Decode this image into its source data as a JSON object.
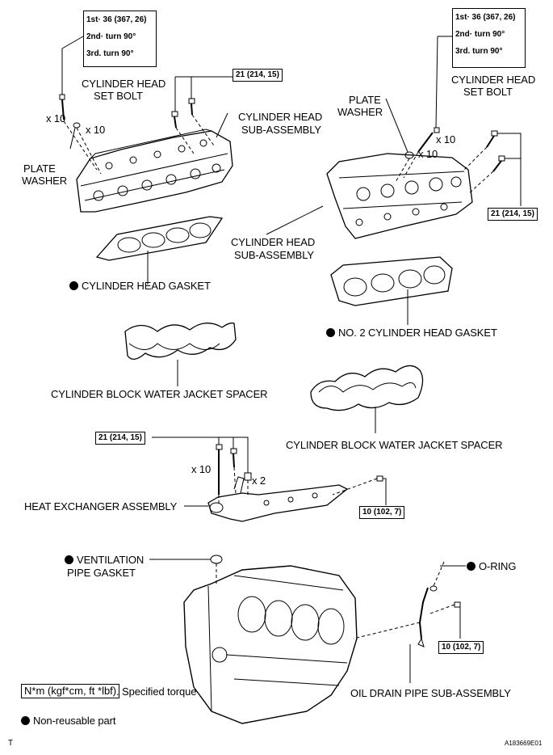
{
  "spec_left": [
    "1st· 36 (367, 26)",
    "2nd· turn 90°",
    "3rd. turn 90°"
  ],
  "spec_right": [
    "1st· 36 (367, 26)",
    "2nd· turn 90°",
    "3rd. turn 90°"
  ],
  "labels": {
    "set_bolt_l1": "CYLINDER HEAD",
    "set_bolt_l2": "SET BOLT",
    "x10_bolt_left": "x 10",
    "x10_washer_left": "x 10",
    "plate_washer_l1": "PLATE",
    "plate_washer_l2": "WASHER",
    "torque_21_left": "21 (214, 15)",
    "sub_assy_left_l1": "CYLINDER HEAD",
    "sub_assy_left_l2": "SUB-ASSEMBLY",
    "head_gasket": "CYLINDER HEAD GASKET",
    "water_jacket_left": "CYLINDER BLOCK WATER JACKET SPACER",
    "set_bolt_r1": "CYLINDER HEAD",
    "set_bolt_r2": "SET BOLT",
    "plate_washer_r1": "PLATE",
    "plate_washer_r2": "WASHER",
    "x10_bolt_right": "x 10",
    "x10_washer_right": "x 10",
    "torque_21_right": "21 (214, 15)",
    "sub_assy_right_l1": "CYLINDER HEAD",
    "sub_assy_right_l2": "SUB-ASSEMBLY",
    "no2_head_gasket": "NO. 2 CYLINDER HEAD GASKET",
    "water_jacket_right": "CYLINDER BLOCK WATER JACKET SPACER",
    "torque_21_mid": "21 (214, 15)",
    "x10_mid": "x 10",
    "x2_mid": "x 2",
    "heat_exchanger": "HEAT EXCHANGER ASSEMBLY",
    "torque_10_mid": "10 (102, 7)",
    "vent_gasket_l1": "VENTILATION",
    "vent_gasket_l2": "PIPE GASKET",
    "o_ring": "O-RING",
    "torque_10_low": "10 (102, 7)",
    "oil_drain": "OIL DRAIN PIPE SUB-ASSEMBLY",
    "legend_units": "N*m (kgf*cm, ft *lbf)",
    "legend_units_suffix": ". Specified torque",
    "legend_nonreusable": "Non-reusable part",
    "corner_t": "T",
    "figure_id": "A183669E01"
  }
}
